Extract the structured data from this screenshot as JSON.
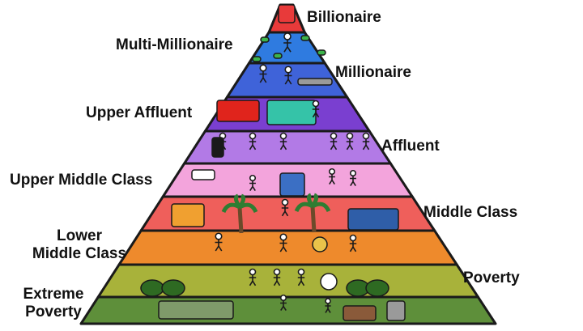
{
  "diagram": {
    "type": "pyramid",
    "tiers": [
      {
        "name": "Billionaire",
        "color": "#e83a3a"
      },
      {
        "name": "Multi-Millionaire",
        "color": "#2f7be0"
      },
      {
        "name": "Millionaire",
        "color": "#3f63d9"
      },
      {
        "name": "Upper Affluent",
        "color": "#7a3fd0"
      },
      {
        "name": "Affluent",
        "color": "#b27ae6"
      },
      {
        "name": "Upper Middle Class",
        "color": "#f3a4dc"
      },
      {
        "name": "Middle Class",
        "color": "#ef5f5b"
      },
      {
        "name": "Lower Middle Class",
        "color": "#ee8a2c"
      },
      {
        "name": "Poverty",
        "color": "#a8b23a"
      },
      {
        "name": "Extreme Poverty",
        "color": "#5e8f3a"
      }
    ]
  },
  "labels": {
    "billionaire": "Billionaire",
    "multi_millionaire": "Multi-Millionaire",
    "millionaire": "Millionaire",
    "upper_affluent": "Upper Affluent",
    "affluent": "Affluent",
    "upper_middle_class": "Upper Middle Class",
    "middle_class": "Middle Class",
    "lower_middle_class_1": "Lower",
    "lower_middle_class_2": "Middle Class",
    "poverty": "Poverty",
    "extreme_poverty_1": "Extreme",
    "extreme_poverty_2": "Poverty"
  }
}
